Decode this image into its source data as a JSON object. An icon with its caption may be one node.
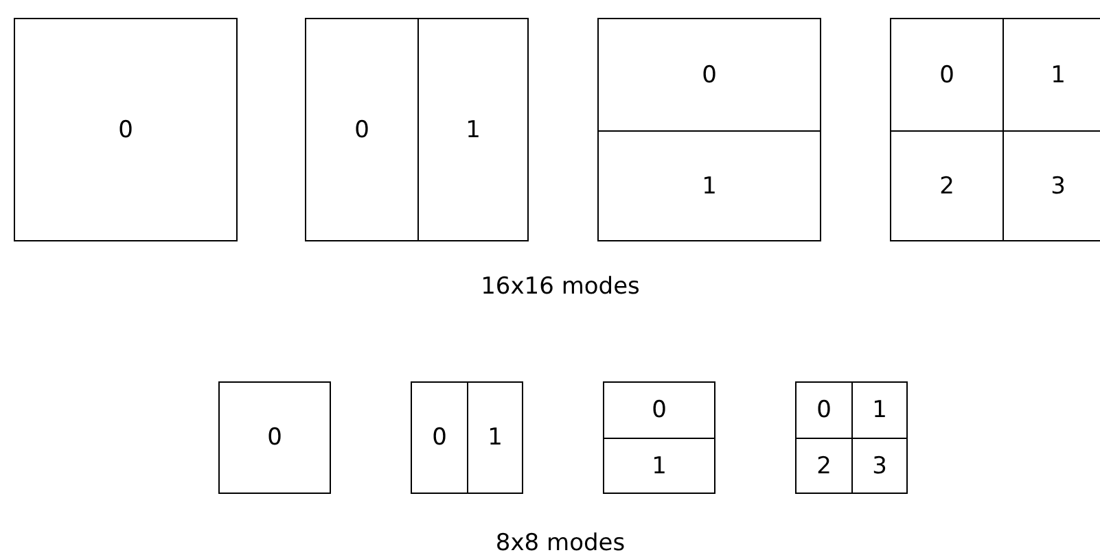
{
  "diagram": {
    "nodes": [
      {
        "text": [
          "0"
        ]
      },
      {
        "text": [
          "0"
        ]
      },
      {
        "text": [
          "1"
        ]
      },
      {
        "text": [
          "0"
        ]
      },
      {
        "text": [
          "1"
        ]
      },
      {
        "text": [
          "0"
        ]
      },
      {
        "text": [
          "1"
        ]
      },
      {
        "text": [
          "2"
        ]
      },
      {
        "text": [
          "3"
        ]
      },
      {
        "text": [
          "0"
        ]
      },
      {
        "text": [
          "0"
        ]
      },
      {
        "text": [
          "1"
        ]
      },
      {
        "text": [
          "0"
        ]
      },
      {
        "text": [
          "1"
        ]
      },
      {
        "text": [
          "0"
        ]
      },
      {
        "text": [
          "1"
        ]
      },
      {
        "text": [
          "2"
        ]
      },
      {
        "text": [
          "3"
        ]
      }
    ],
    "labels": [
      "16x16 modes",
      "8x8 modes"
    ]
  }
}
